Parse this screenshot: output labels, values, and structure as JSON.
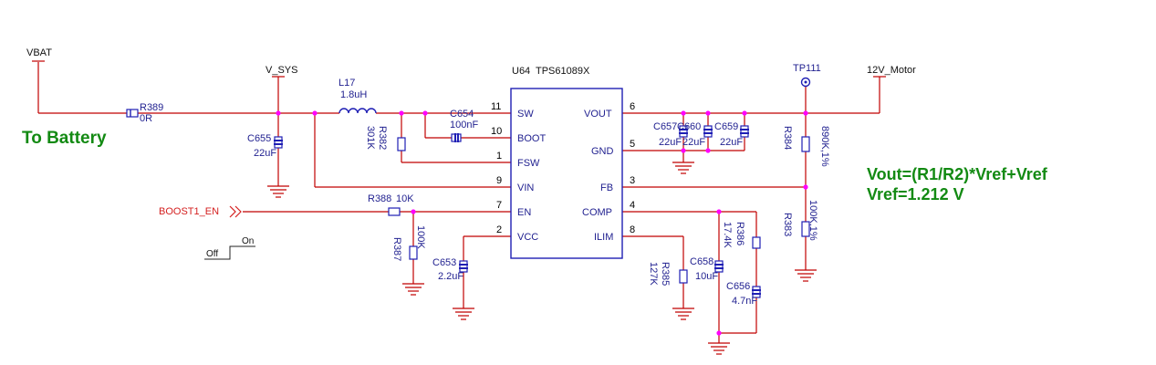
{
  "nets": {
    "vbat": "VBAT",
    "vsys": "V_SYS",
    "motor": "12V_Motor",
    "boost_en": "BOOST1_EN",
    "battery_note": "To  Battery"
  },
  "ic": {
    "ref": "U64",
    "part": "TPS61089X",
    "left_pins": [
      {
        "num": "11",
        "name": "SW"
      },
      {
        "num": "10",
        "name": "BOOT"
      },
      {
        "num": "1",
        "name": "FSW"
      },
      {
        "num": "9",
        "name": "VIN"
      },
      {
        "num": "7",
        "name": "EN"
      },
      {
        "num": "2",
        "name": "VCC"
      }
    ],
    "right_pins": [
      {
        "num": "6",
        "name": "VOUT"
      },
      {
        "num": "5",
        "name": "GND"
      },
      {
        "num": "3",
        "name": "FB"
      },
      {
        "num": "4",
        "name": "COMP"
      },
      {
        "num": "8",
        "name": "ILIM"
      }
    ]
  },
  "components": {
    "r389": {
      "ref": "R389",
      "value": "0R"
    },
    "l17": {
      "ref": "L17",
      "value": "1.8uH"
    },
    "c654": {
      "ref": "C654",
      "value": "100nF"
    },
    "r382": {
      "ref": "R382",
      "value": "301K"
    },
    "c655": {
      "ref": "C655",
      "value": "22uF"
    },
    "r388": {
      "ref": "R388",
      "value": "10K"
    },
    "r387": {
      "ref": "R387",
      "value": "100K"
    },
    "c653": {
      "ref": "C653",
      "value": "2.2uF"
    },
    "c657": {
      "ref": "C657",
      "value": "22uF"
    },
    "c660": {
      "ref": "C660",
      "value": "22uF"
    },
    "c659": {
      "ref": "C659",
      "value": "22uF"
    },
    "r385": {
      "ref": "R385",
      "value": "127K"
    },
    "c658": {
      "ref": "C658",
      "value": "10uF"
    },
    "r386": {
      "ref": "R386",
      "value": "17.4K"
    },
    "c656": {
      "ref": "C656",
      "value": "4.7nF"
    },
    "r384": {
      "ref": "R384",
      "value": "890K,1%"
    },
    "r383": {
      "ref": "R383",
      "value": "100K,1%"
    },
    "tp111": {
      "ref": "TP111"
    }
  },
  "toggle": {
    "off": "Off",
    "on": "On"
  },
  "notes": {
    "formula": "Vout=(R1/R2)*Vref+Vref",
    "vref": "Vref=1.212 V"
  },
  "colors": {
    "wire": "#c00000",
    "component": "#1f1fb4",
    "junction": "#ff00ff",
    "note": "#138a13",
    "net_label_red": "#d42020"
  }
}
